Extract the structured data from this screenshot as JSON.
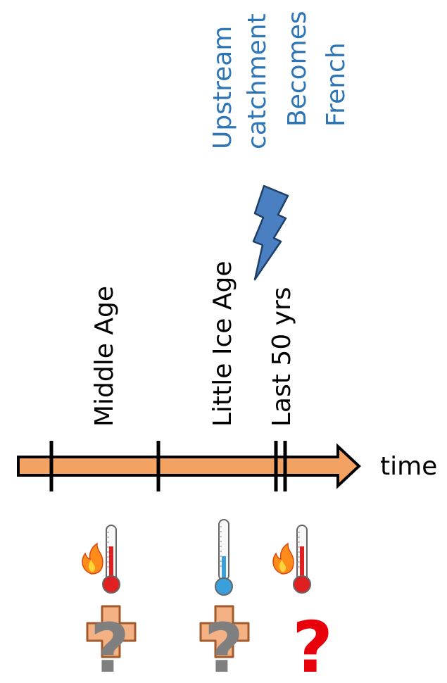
{
  "timeline": {
    "axis_label": "time",
    "periods": [
      {
        "label": "Middle Age",
        "climate": "warm",
        "uncertainty": "?"
      },
      {
        "label": "Little Ice Age",
        "climate": "cold",
        "uncertainty": "?"
      },
      {
        "label": "Last 50 yrs",
        "climate": "warm",
        "uncertainty": "?"
      }
    ]
  },
  "event": {
    "lines": [
      "Upstream",
      "catchment",
      "Becomes",
      "French"
    ],
    "icon": "lightning-bolt-icon"
  },
  "colors": {
    "arrow_fill": "#f4a261",
    "arrow_stroke": "#000000",
    "event_text": "#2e75b6",
    "bolt_fill": "#4a7fc1",
    "bolt_stroke": "#1f3f66",
    "question_gray": "#7f7f7f",
    "question_red": "#e8000b",
    "plus_fill": "#f4b183",
    "plus_stroke": "#a05a2c",
    "thermo_red": "#e02020",
    "thermo_blue": "#3aa0dc",
    "flame": "#ff8c1a"
  }
}
